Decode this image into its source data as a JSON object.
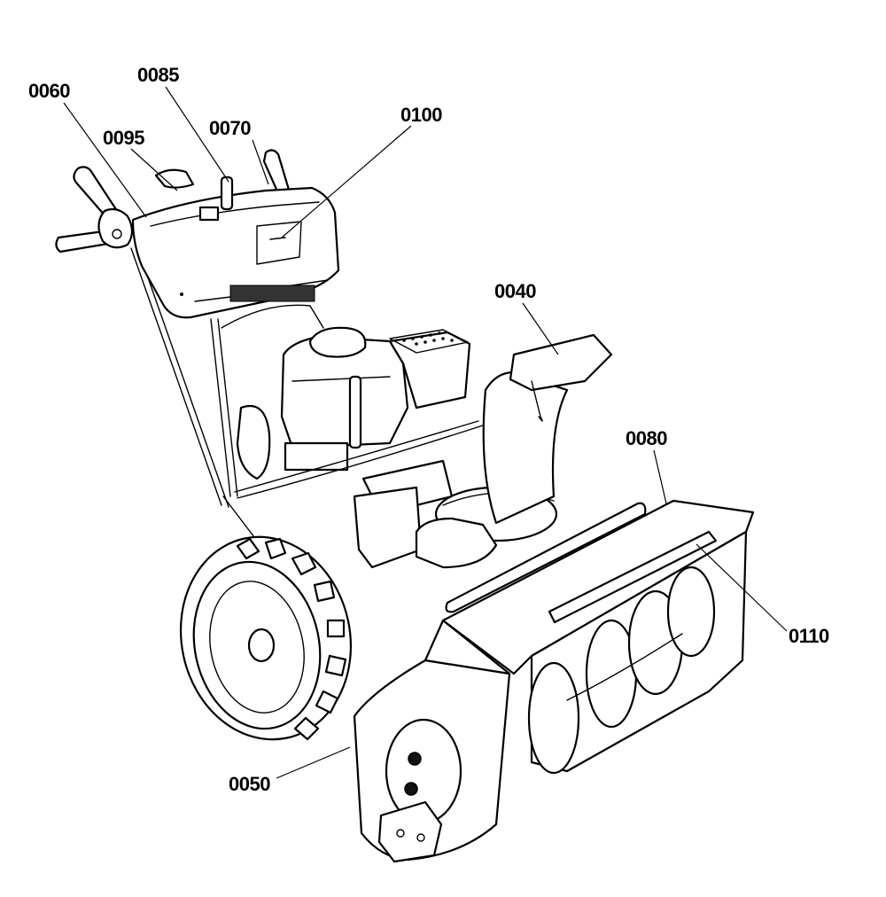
{
  "diagram": {
    "callouts": [
      {
        "id": "0060",
        "label": "0060"
      },
      {
        "id": "0085",
        "label": "0085"
      },
      {
        "id": "0095",
        "label": "0095"
      },
      {
        "id": "0070",
        "label": "0070"
      },
      {
        "id": "0100",
        "label": "0100"
      },
      {
        "id": "0040",
        "label": "0040"
      },
      {
        "id": "0080",
        "label": "0080"
      },
      {
        "id": "0110",
        "label": "0110"
      },
      {
        "id": "0050",
        "label": "0050"
      }
    ],
    "colors": {
      "line": "#000000",
      "background": "#ffffff",
      "shade": "#cfcfcf"
    }
  }
}
